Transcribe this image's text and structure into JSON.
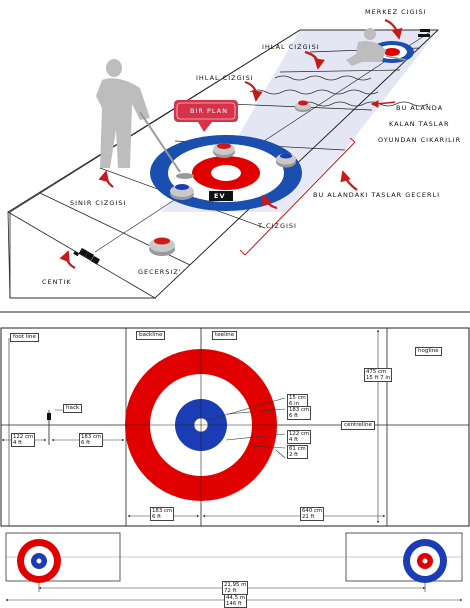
{
  "top": {
    "center_line": "MERKEZ CIGISI",
    "hog_line_far": "IHLAL CIZGISI",
    "hog_line_near": "IHLAL CIZGISI",
    "remove_note": [
      "BU ALANDA",
      "KALAN TASLAR",
      "OYUNDAN CIKARILIR"
    ],
    "plan_badge": "BIR PLAN",
    "house": "EV",
    "boundary_line": "SINIR CIZGISI",
    "valid_note": "BU ALANDAKI TASLAR GECERLI",
    "t_line": "T CIZGISI",
    "invalid": "GECERSIZ'",
    "hack": "CENTIK",
    "colors": {
      "red": "#e00000",
      "blue": "#1a3db5",
      "pink": "#d6334a",
      "sheet": "#e4e6f4"
    }
  },
  "middle": {
    "foot_line": "foot line",
    "backline": "backline",
    "teeline": "teeline",
    "hogline": "hogline",
    "hack": "hack",
    "centreline": "centreline",
    "dims": {
      "d475": [
        "475 cm",
        "15 ft 7 in"
      ],
      "d15": [
        "15 cm",
        "6 in"
      ],
      "d183a": [
        "183 cm",
        "6 ft"
      ],
      "d122a": [
        "122 cm",
        "4 ft"
      ],
      "d61": [
        "61 cm",
        "2 ft"
      ],
      "d122b": [
        "122 cm",
        "4 ft"
      ],
      "d183b": [
        "183 cm",
        "6 ft"
      ],
      "d183c": [
        "183 cm",
        "6 ft"
      ],
      "d640": [
        "640 cm",
        "21 ft"
      ]
    }
  },
  "bottom": {
    "d2195": [
      "21,95 m",
      "72 ft"
    ],
    "d445": [
      "44,5 m",
      "146 ft"
    ]
  }
}
